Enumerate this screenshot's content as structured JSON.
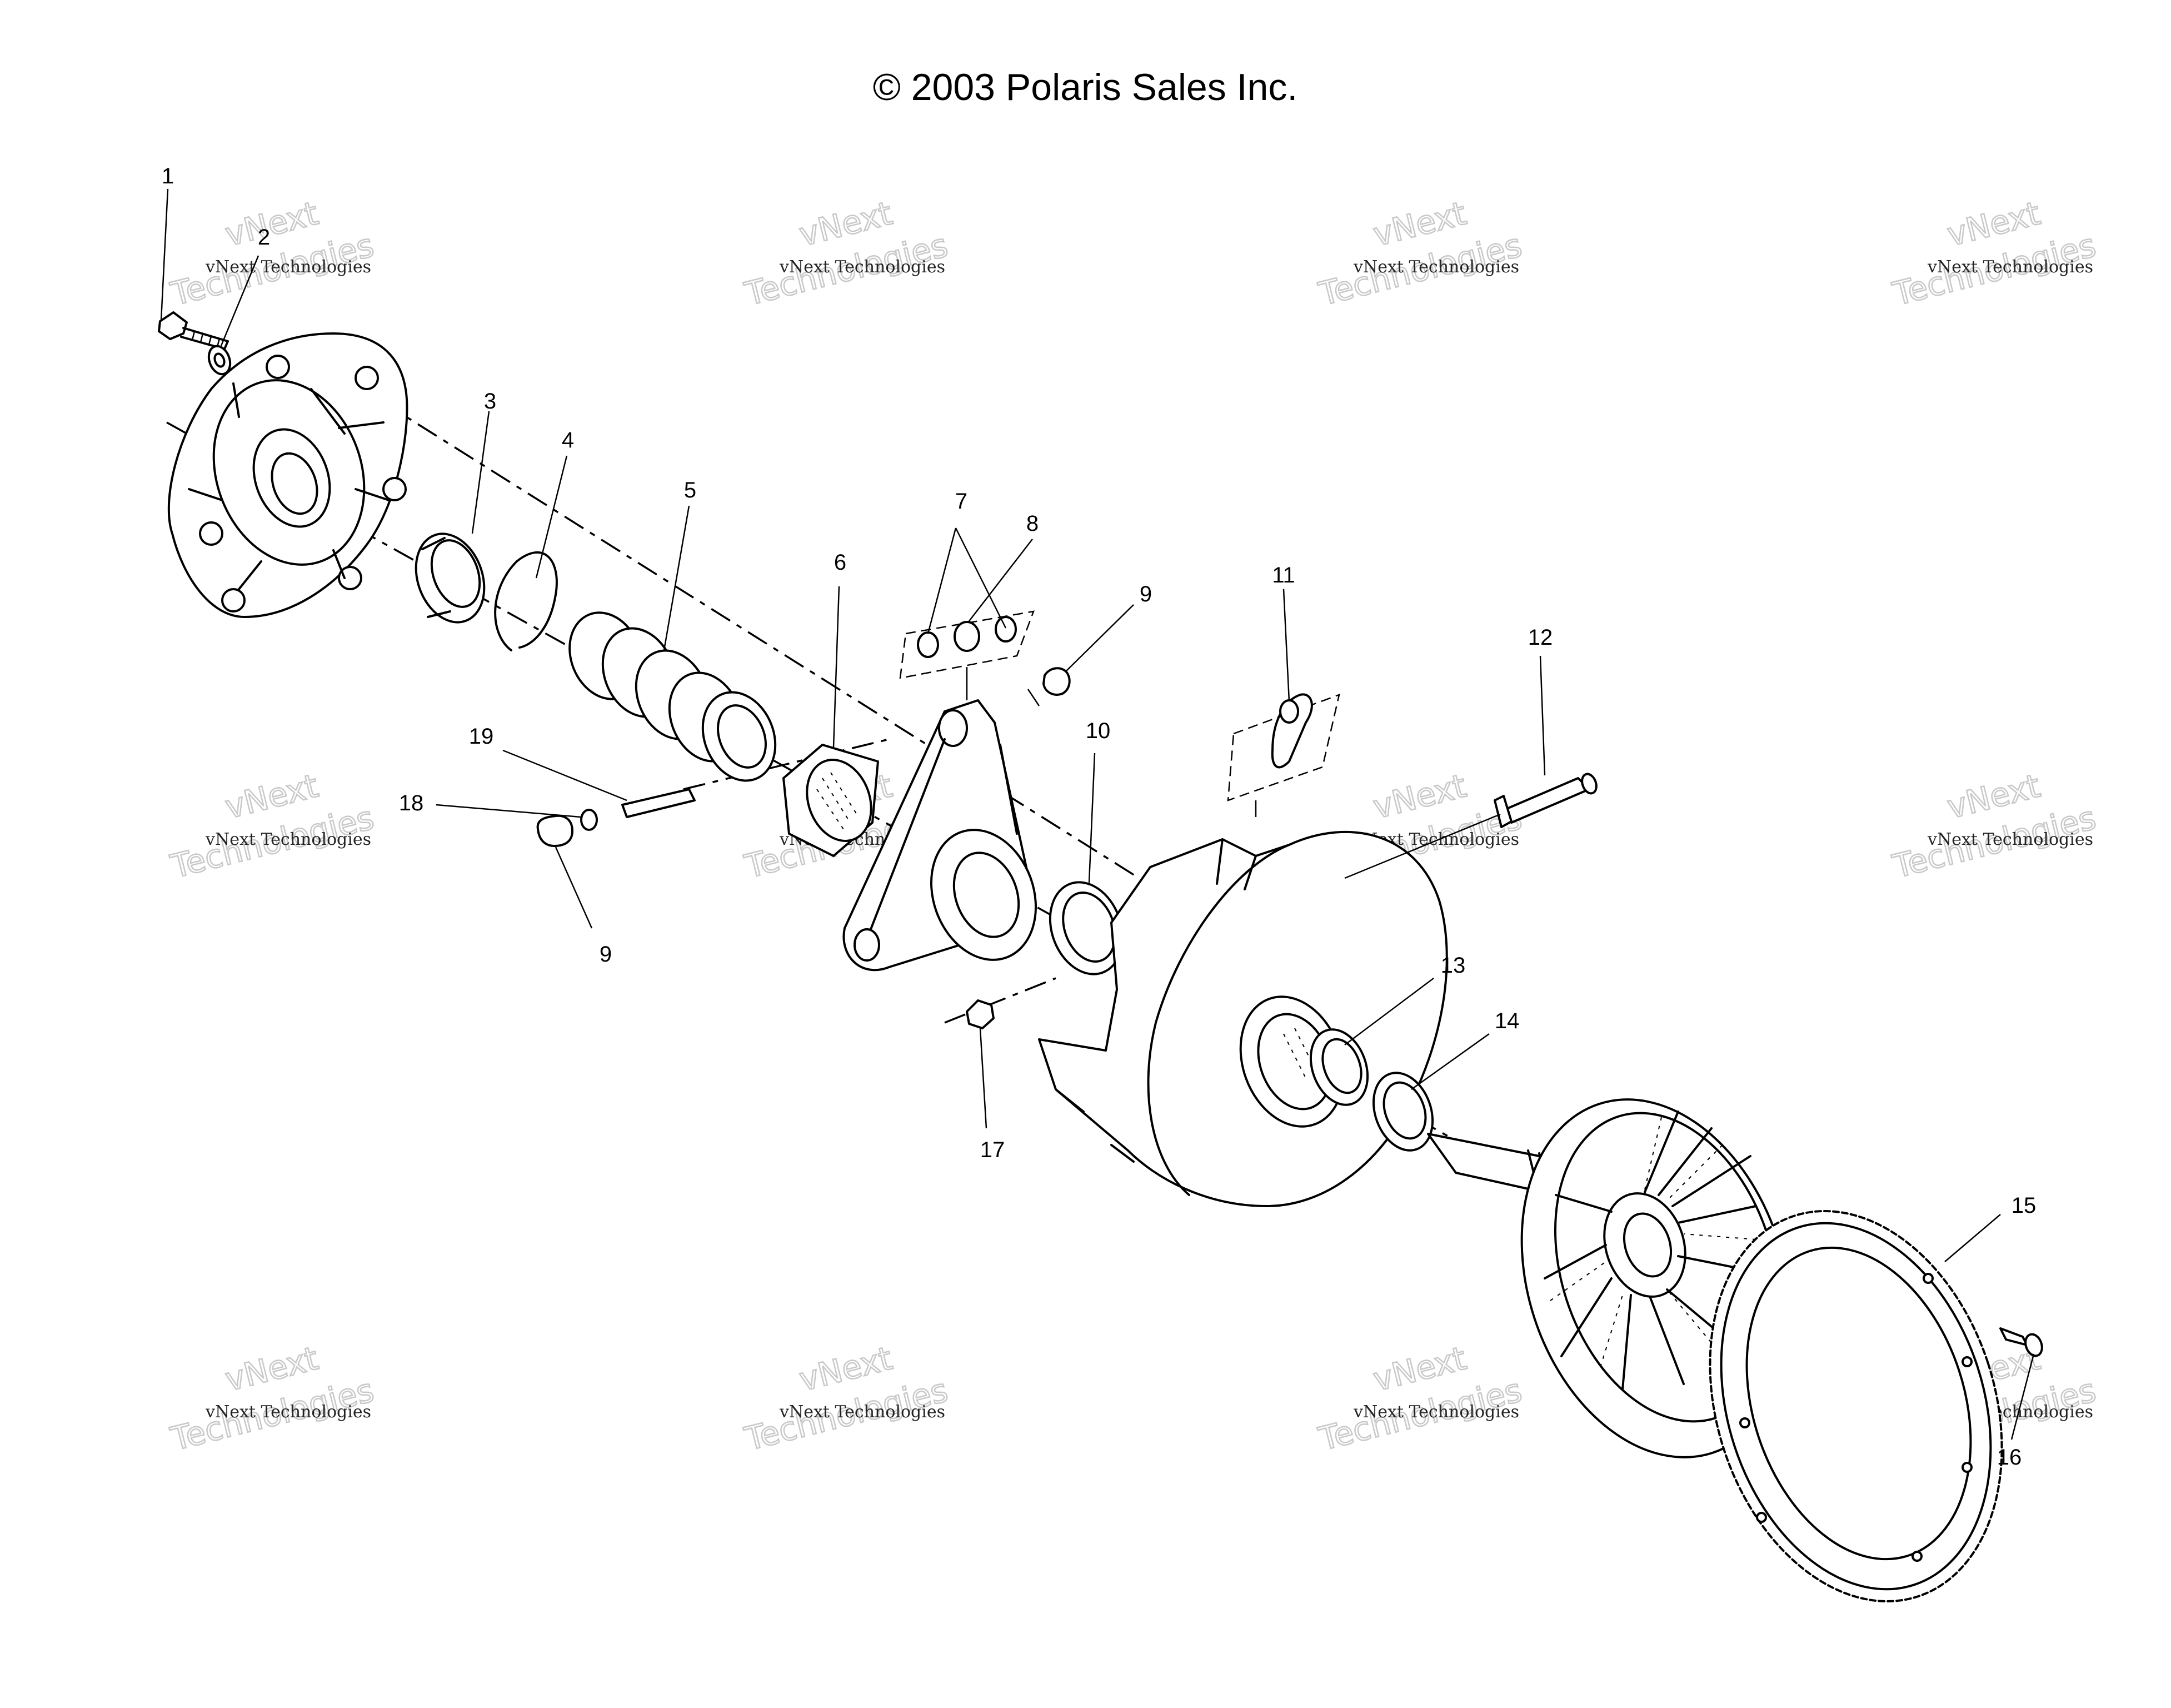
{
  "title": "© 2003 Polaris Sales Inc.",
  "watermark": {
    "line1": "vNext Technologies",
    "line2_a": "vNext",
    "line2_b": "Technologies"
  },
  "callouts": [
    "1",
    "2",
    "3",
    "4",
    "5",
    "6",
    "7",
    "8",
    "9",
    "10",
    "11",
    "12",
    "13",
    "14",
    "15",
    "16",
    "17",
    "18",
    "19",
    "9"
  ]
}
